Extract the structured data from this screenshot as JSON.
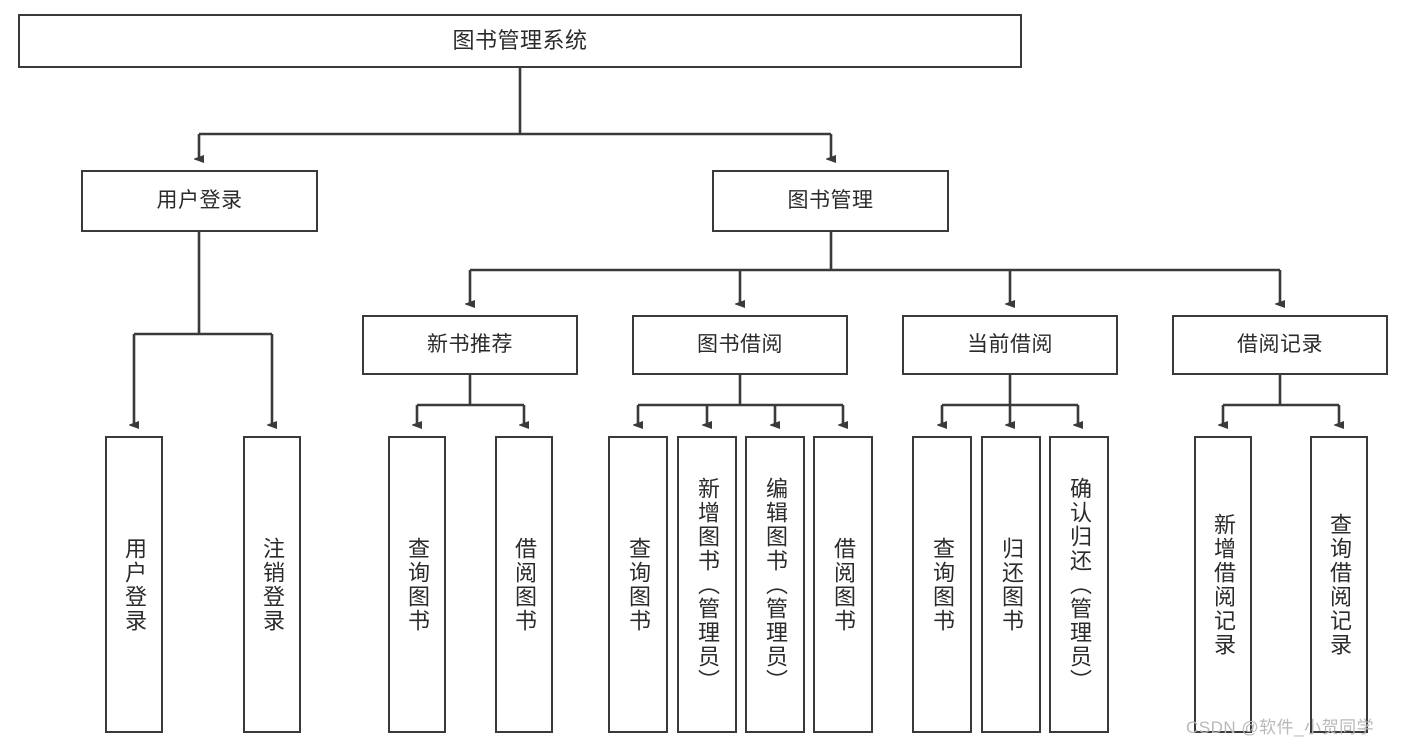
{
  "diagram": {
    "title": "图书管理系统",
    "type": "hierarchy-tree",
    "watermark": "CSDN @软件_小贺同学",
    "colors": {
      "stroke": "#3a3a3a",
      "fill": "#ffffff",
      "text": "#2b2b2b",
      "watermark": "#b9b9b9"
    },
    "nodes": {
      "root": {
        "label": "图书管理系统"
      },
      "level2": [
        {
          "label": "用户登录"
        },
        {
          "label": "图书管理"
        }
      ],
      "level3": [
        {
          "label": "新书推荐"
        },
        {
          "label": "图书借阅"
        },
        {
          "label": "当前借阅"
        },
        {
          "label": "借阅记录"
        }
      ],
      "leaves": {
        "user_login": [
          {
            "label": "用户登录"
          },
          {
            "label": "注销登录"
          }
        ],
        "new_book_recommend": [
          {
            "label": "查询图书"
          },
          {
            "label": "借阅图书"
          }
        ],
        "book_borrow": [
          {
            "label": "查询图书"
          },
          {
            "label": "新增图书（管理员）"
          },
          {
            "label": "编辑图书（管理员）"
          },
          {
            "label": "借阅图书"
          }
        ],
        "current_borrow": [
          {
            "label": "查询图书"
          },
          {
            "label": "归还图书"
          },
          {
            "label": "确认归还（管理员）"
          }
        ],
        "borrow_record": [
          {
            "label": "新增借阅记录"
          },
          {
            "label": "查询借阅记录"
          }
        ]
      }
    }
  }
}
